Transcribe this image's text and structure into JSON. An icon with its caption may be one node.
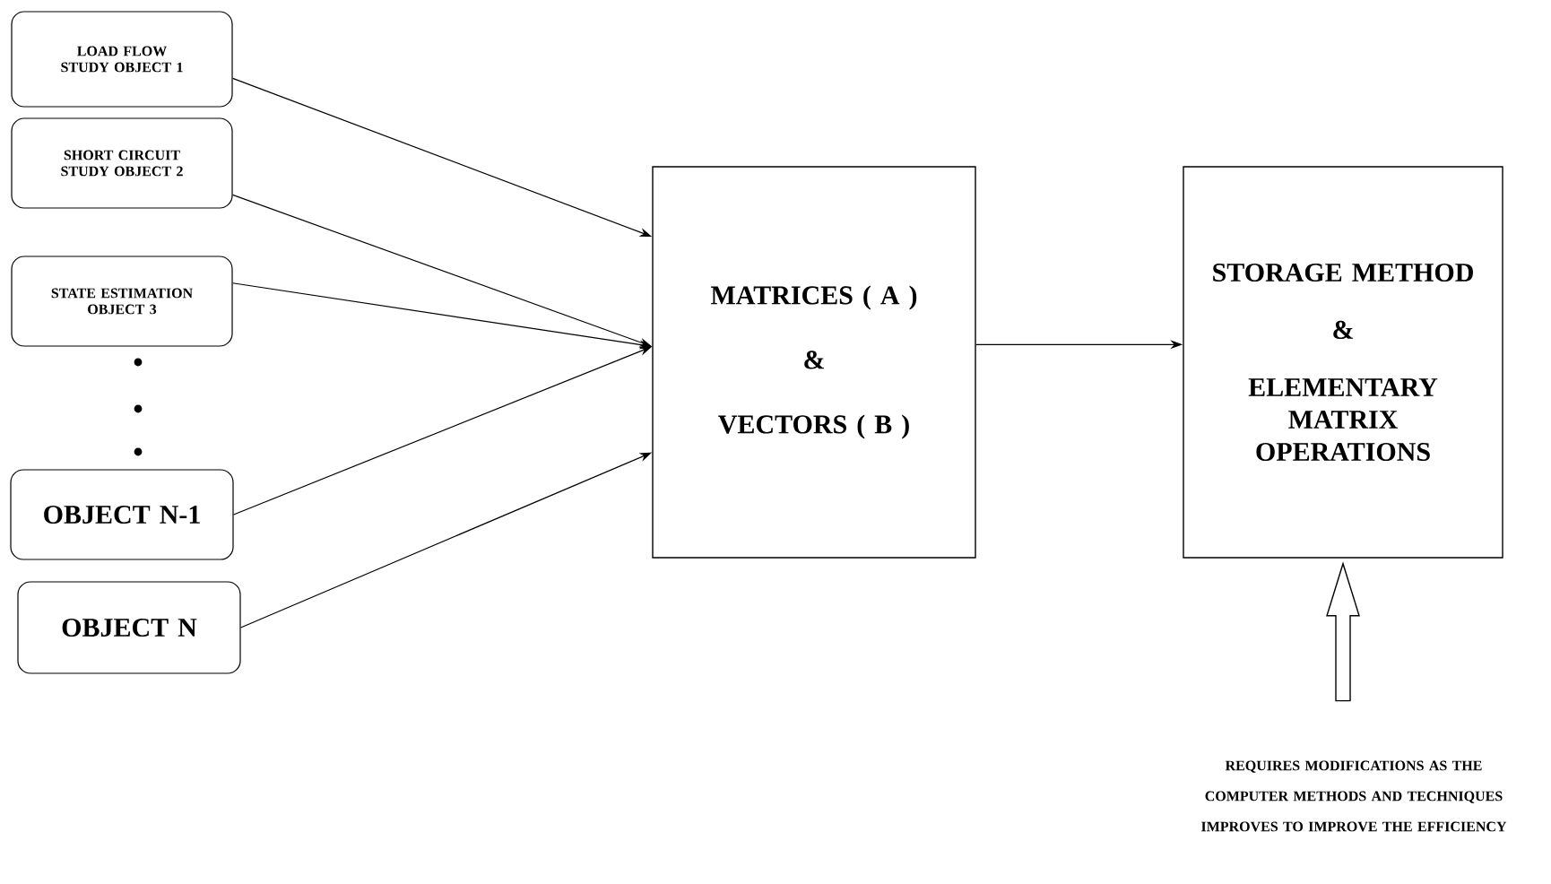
{
  "diagram": {
    "nodes": [
      {
        "text": [
          "LOAD FLOW STUDY OBJECT 1"
        ]
      },
      {
        "text": [
          "SHORT CIRCUIT STUDY OBJECT 2"
        ]
      },
      {
        "text": [
          "STATE ESTIMATION OBJECT 3"
        ]
      },
      {
        "text": [
          "OBJECT  N-1"
        ]
      },
      {
        "text": [
          "OBJECT  N"
        ]
      },
      {
        "text": [
          "MATRICES  ( A )",
          "&",
          "VECTORS ( B )"
        ]
      },
      {
        "text": [
          "STORAGE METHOD",
          "&",
          "ELEMENTARY MATRIX OPERATIONS"
        ]
      },
      {
        "text": [
          "REQUIRES MODIFICATIONS AS THE",
          "COMPUTER METHODS AND TECHNIQUES",
          "IMPROVES TO IMPROVE THE EFFICIENCY"
        ]
      }
    ],
    "edges": [
      {
        "from": 0,
        "to": 5,
        "arrow": "to"
      },
      {
        "from": 1,
        "to": 5,
        "arrow": "to"
      },
      {
        "from": 2,
        "to": 5,
        "arrow": "to"
      },
      {
        "from": 3,
        "to": 5,
        "arrow": "to"
      },
      {
        "from": 4,
        "to": 5,
        "arrow": "to"
      },
      {
        "from": 5,
        "to": 6,
        "arrow": "to"
      },
      {
        "from": 7,
        "to": 6,
        "arrow": "to",
        "style": "thick"
      }
    ]
  }
}
